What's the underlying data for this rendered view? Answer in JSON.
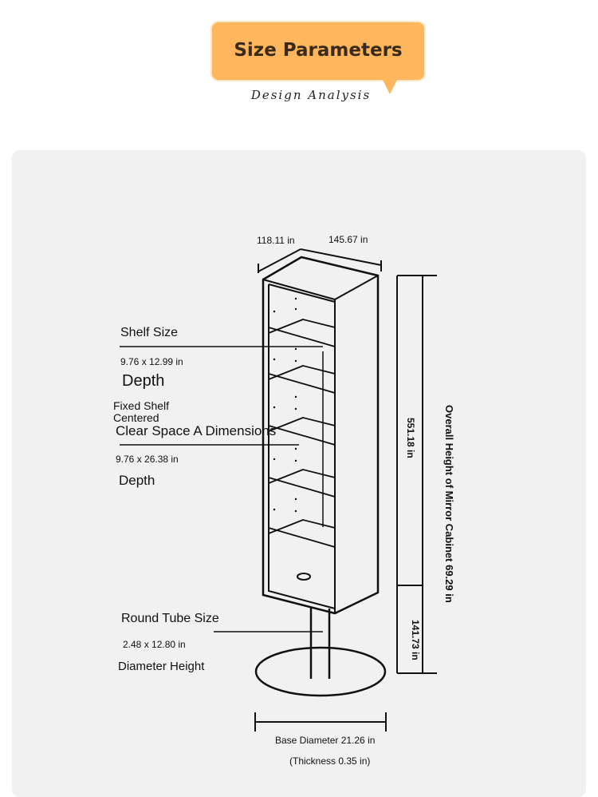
{
  "header": {
    "title": "Size Parameters",
    "subtitle": "Design Analysis"
  },
  "dimensions": {
    "depth_top": "118.11 in",
    "width_top": "145.67 in",
    "cabinet_height": "551.18 in",
    "overall_height": "Overall Height of Mirror Cabinet 69.29 in",
    "pole_height": "141.73 in",
    "base_diameter": "Base Diameter 21.26 in",
    "base_thickness": "(Thickness 0.35 in)"
  },
  "callouts": {
    "shelf": {
      "title": "Shelf Size",
      "value": "9.76 x 12.99 in",
      "sub": "Depth"
    },
    "fixed_shelf": {
      "line1": "Fixed Shelf",
      "line2": "Centered"
    },
    "clear_space": {
      "title": "Clear Space A Dimensions",
      "value": "9.76 x 26.38 in",
      "sub": "Depth"
    },
    "tube": {
      "title": "Round Tube Size",
      "value": "2.48 x 12.80 in",
      "sub": "Diameter Height"
    }
  },
  "colors": {
    "accent": "#ffb65c",
    "panel": "#f1f1f1",
    "line": "#111111"
  }
}
